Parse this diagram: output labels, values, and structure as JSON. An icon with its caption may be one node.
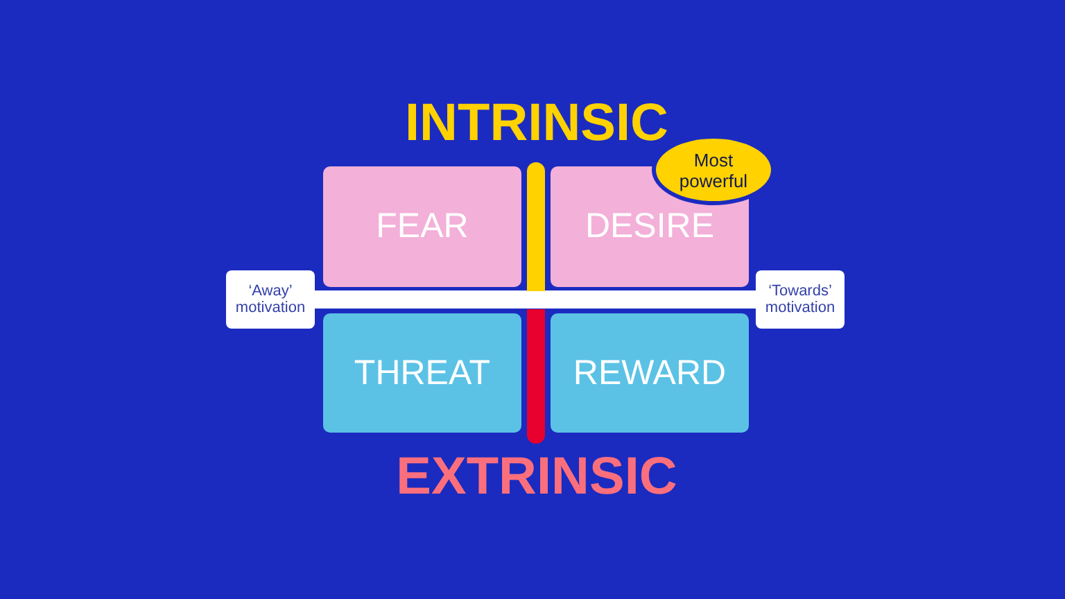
{
  "diagram": {
    "nodes": [
      {
        "text": [
          "FEAR"
        ]
      },
      {
        "text": [
          "DESIRE"
        ]
      },
      {
        "text": [
          "Most powerful"
        ]
      },
      {
        "text": [
          "‘Away’ motivation"
        ]
      },
      {
        "text": [
          "‘Towards’ motivation"
        ]
      },
      {
        "text": [
          "THREAT"
        ]
      },
      {
        "text": [
          "REWARD"
        ]
      }
    ],
    "edges": [
      {
        "from": 3,
        "to": 4,
        "arrow": "none"
      }
    ],
    "labels": [
      "INTRINSIC",
      "EXTRINSIC"
    ]
  }
}
